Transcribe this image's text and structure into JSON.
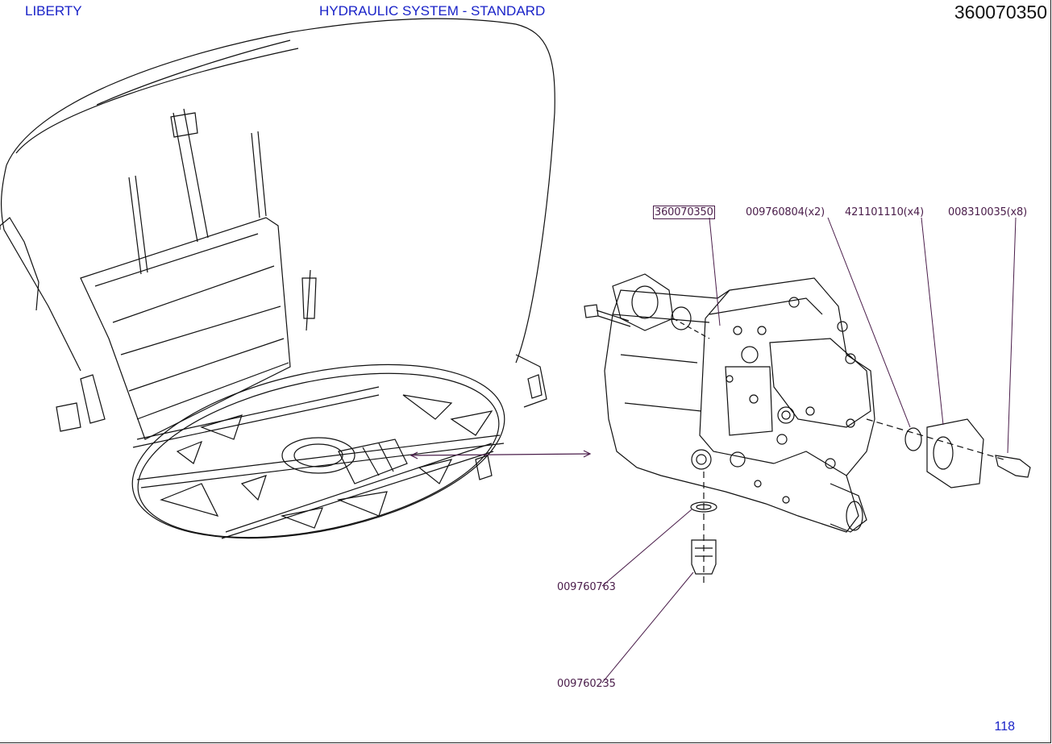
{
  "header": {
    "brand": "LIBERTY",
    "title": "HYDRAULIC SYSTEM - STANDARD",
    "document_number": "360070350"
  },
  "footer": {
    "page_number": "118"
  },
  "callouts": [
    {
      "id": "360070350"
    },
    {
      "id": "009760804(x2)"
    },
    {
      "id": "421101110(x4)"
    },
    {
      "id": "008310035(x8)"
    },
    {
      "id": "009760763"
    },
    {
      "id": "009760235"
    }
  ],
  "colors": {
    "header_text": "#1a23c8",
    "callout_text": "#4a1d4a",
    "linework": "#111111"
  }
}
